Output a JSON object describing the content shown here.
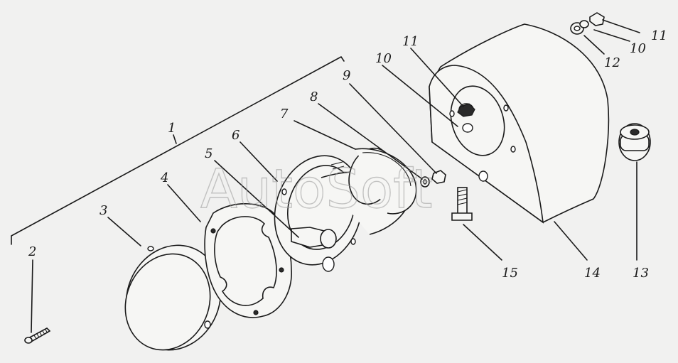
{
  "watermark": "AutoSoft",
  "callouts": [
    {
      "id": "c1",
      "text": "1"
    },
    {
      "id": "c2",
      "text": "2"
    },
    {
      "id": "c3",
      "text": "3"
    },
    {
      "id": "c4",
      "text": "4"
    },
    {
      "id": "c5",
      "text": "5"
    },
    {
      "id": "c6",
      "text": "6"
    },
    {
      "id": "c7",
      "text": "7"
    },
    {
      "id": "c8",
      "text": "8"
    },
    {
      "id": "c9",
      "text": "9"
    },
    {
      "id": "c10a",
      "text": "10"
    },
    {
      "id": "c11a",
      "text": "11"
    },
    {
      "id": "c10b",
      "text": "10"
    },
    {
      "id": "c11b",
      "text": "11"
    },
    {
      "id": "c12",
      "text": "12"
    },
    {
      "id": "c13",
      "text": "13"
    },
    {
      "id": "c14",
      "text": "14"
    },
    {
      "id": "c15",
      "text": "15"
    }
  ]
}
